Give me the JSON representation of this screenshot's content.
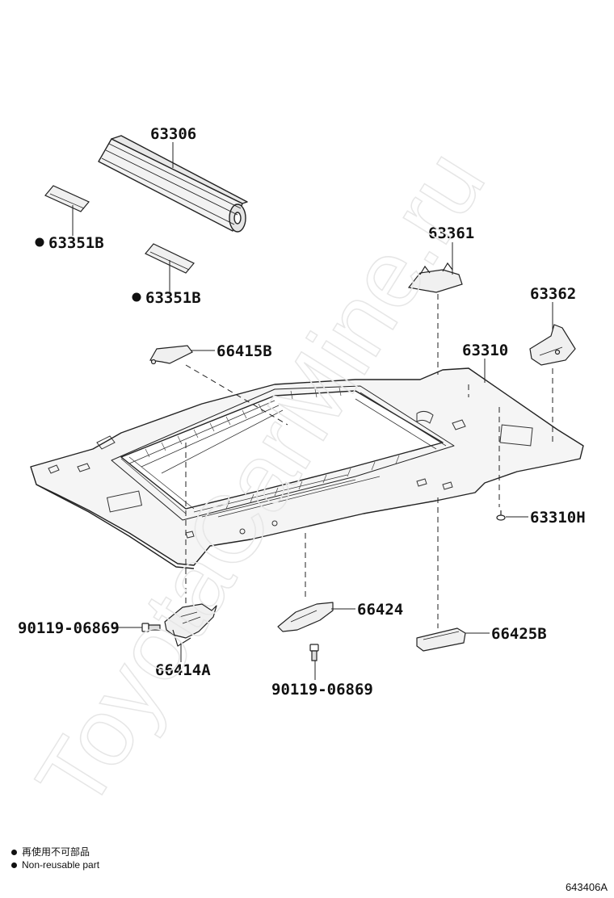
{
  "parts": {
    "p63306": "63306",
    "p63351b_top": "63351B",
    "p63351b_bottom": "63351B",
    "p63361": "63361",
    "p63362": "63362",
    "p66415b": "66415B",
    "p63310": "63310",
    "p63310h": "63310H",
    "p66424": "66424",
    "p66425b": "66425B",
    "p90119_left": "90119-06869",
    "p66414a": "66414A",
    "p90119_bottom": "90119-06869"
  },
  "legend": {
    "line1": "再使用不可部品",
    "line2": "Non-reusable part"
  },
  "doc_id": "643406A",
  "watermark": "ToyotaCarMine.ru"
}
